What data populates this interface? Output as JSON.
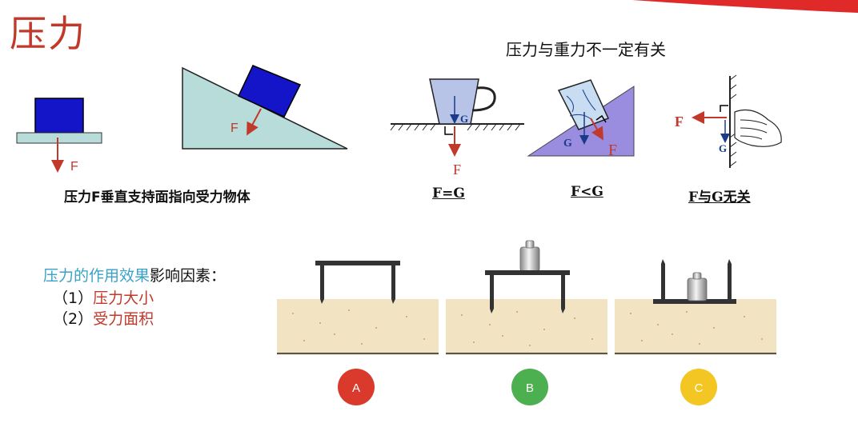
{
  "title": "压力",
  "subtitle": "压力与重力不一定有关",
  "caption_perpendicular": "压力F垂直支持面指向受力物体",
  "force_label": "F",
  "gravity_label": "G",
  "cases": [
    {
      "caption": "F=G"
    },
    {
      "caption": "F<G"
    },
    {
      "caption": "F与G无关"
    }
  ],
  "factors": {
    "title_highlight": "压力的作用效果",
    "title_rest": "影响因素：",
    "items": [
      {
        "index": "（1）",
        "text": "压力大小"
      },
      {
        "index": "（2）",
        "text": "受力面积"
      }
    ]
  },
  "experiment_labels": [
    {
      "label": "A",
      "color": "#d93a2b"
    },
    {
      "label": "B",
      "color": "#4caf50"
    },
    {
      "label": "C",
      "color": "#f3c623"
    }
  ],
  "colors": {
    "title": "#c0392b",
    "highlight_blue": "#3aa1c7",
    "arrow": "#c0392b",
    "block_blue": "#1414c8",
    "incline_fill": "#b7dcd9",
    "sand": "#f2e4c2"
  }
}
